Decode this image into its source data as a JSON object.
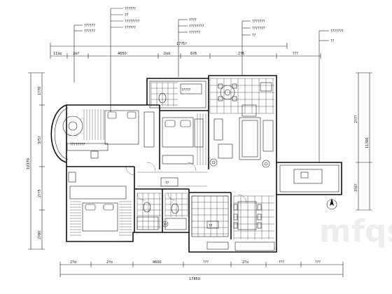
{
  "dimensions": {
    "top_overall": "17?5?",
    "top_segments": [
      "11oo",
      "2o?",
      "4650",
      "2oo",
      "6?6",
      "2?6",
      "???"
    ],
    "bottom_overall": "17850",
    "bottom_segments": [
      "2?o",
      "2?o",
      "4600",
      "???",
      "2?o",
      "???",
      "???"
    ],
    "left_overall": "10370",
    "left_segments": [
      "1?70",
      "3?5?",
      "2??5",
      "2?00"
    ],
    "right_overall": "11?00",
    "right_segments": [
      "2?7?",
      "3?6?"
    ]
  },
  "annotations": {
    "group1": [
      "??????",
      "??????"
    ],
    "group2": [
      "??????",
      "??",
      "????????",
      "??????"
    ],
    "group3": [
      "????",
      "????????",
      "??????"
    ],
    "group4": [
      "???????",
      "???????",
      "??"
    ],
    "group5": [
      "???????",
      "??"
    ]
  },
  "room_labels": {
    "bath_top": "?????",
    "study": "????????",
    "corridor": "??",
    "kitchen": "??"
  },
  "icons": [
    "north-arrow-icon",
    "plant-icon",
    "dining-table-icon",
    "sofa-icon",
    "bed-icon"
  ],
  "watermark": "mfqs"
}
